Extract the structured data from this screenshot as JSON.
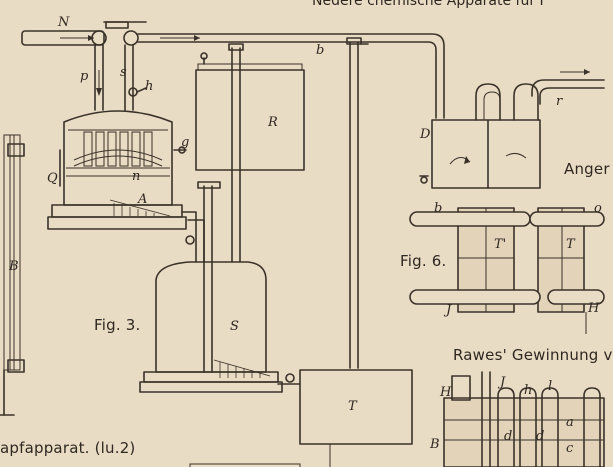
{
  "header": {
    "title_text": "Nedere chemische Apparate für I"
  },
  "captions": {
    "fig3": "Fig. 3.",
    "fig6": "Fig. 6.",
    "anger": "Anger",
    "rawes": "Rawes' Gewinnung v",
    "dampfapparat": "apfapparat. (lu.2)"
  },
  "labels": {
    "N": "N",
    "p": "p",
    "s": "s",
    "h": "h",
    "Q": "Q",
    "A": "A",
    "n": "n",
    "g": "g",
    "R": "R",
    "b_top": "b",
    "S": "S",
    "T": "T",
    "B_left": "B",
    "D": "D",
    "r": "r",
    "b_fig6": "b",
    "o_fig6": "o",
    "T_fig6_left": "T'",
    "T_fig6_right": "T",
    "J_fig6": "J",
    "H_fig6": "H",
    "H_rawes": "H",
    "J_rawes": "J",
    "h_rawes": "h",
    "l_rawes": "l",
    "d1_rawes": "d",
    "d2_rawes": "d",
    "a_rawes": "a",
    "c_rawes": "c",
    "B_rawes": "B"
  }
}
